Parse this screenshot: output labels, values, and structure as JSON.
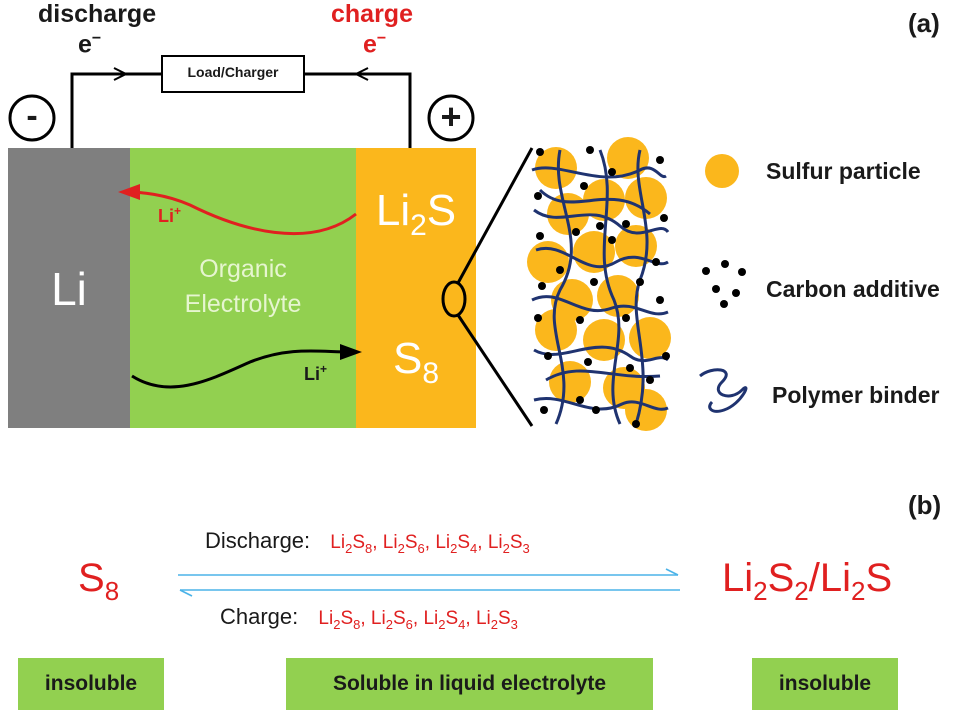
{
  "panel_a": {
    "label": "(a)",
    "discharge": "discharge",
    "charge": "charge",
    "electron": "e",
    "electron_sup": "−",
    "load_charger": "Load/Charger",
    "minus": "-",
    "plus": "+",
    "anode": "Li",
    "electrolyte_line1": "Organic",
    "electrolyte_line2": "Electrolyte",
    "ion": "Li",
    "ion_sup": "+",
    "li2s": {
      "a": "Li",
      "sub": "2",
      "b": "S"
    },
    "s8": {
      "a": "S",
      "sub": "8"
    },
    "legend": {
      "sulfur": "Sulfur particle",
      "carbon": "Carbon additive",
      "binder": "Polymer binder"
    }
  },
  "panel_b": {
    "label": "(b)",
    "left_species": {
      "a": "S",
      "sub": "8"
    },
    "right_species": {
      "a": "Li",
      "sub1": "2",
      "b": "S",
      "sub2": "2",
      "c": "/Li",
      "sub3": "2",
      "d": "S"
    },
    "discharge_label": "Discharge:",
    "charge_label": "Charge:",
    "polysulfides": [
      {
        "sub": "8",
        "sep": ", "
      },
      {
        "sub": "6",
        "sep": ", "
      },
      {
        "sub": "4",
        "sep": ", "
      },
      {
        "sub": "3",
        "sep": ""
      }
    ],
    "ps_li": "Li",
    "ps_s": "S",
    "box_left": "insoluble",
    "box_mid": "Soluble in liquid electrolyte",
    "box_right": "insoluble"
  },
  "colors": {
    "anode": "#7f7f7f",
    "electrolyte": "#92d050",
    "cathode": "#fbb71c",
    "sulfur": "#fbb71c",
    "red": "#e02020",
    "binder": "#1f3370",
    "arrow_b": "#4bb3e8"
  }
}
